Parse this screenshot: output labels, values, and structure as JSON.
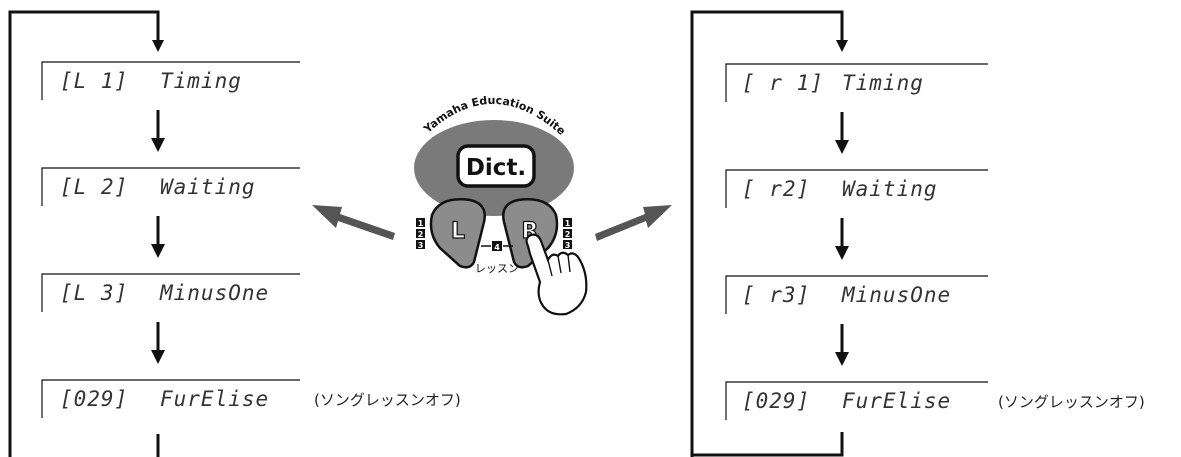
{
  "left_panel": {
    "rows": [
      {
        "display": "[L 1]",
        "name": "Timing"
      },
      {
        "display": "[L 2]",
        "name": "Waiting"
      },
      {
        "display": "[L 3]",
        "name": "MinusOne"
      },
      {
        "display": "[029]",
        "name": "FurElise",
        "note": "(ソングレッスンオフ)"
      }
    ]
  },
  "right_panel": {
    "rows": [
      {
        "display": "[ r 1]",
        "name": "Timing"
      },
      {
        "display": "[ r2]",
        "name": "Waiting"
      },
      {
        "display": "[ r3]",
        "name": "MinusOne"
      },
      {
        "display": "[029]",
        "name": "FurElise",
        "note": "(ソングレッスンオフ)"
      }
    ]
  },
  "center_button": {
    "arc_text": "Yamaha Education Suite",
    "dict_label": "Dict.",
    "left_key": "L",
    "right_key": "R",
    "left_numbers": [
      "1",
      "2",
      "3"
    ],
    "right_numbers": [
      "1",
      "2",
      "3"
    ],
    "center_number": "4",
    "caption": "レッスン",
    "colors": {
      "oval": "#7a7a7a",
      "keys": "#8c8c8c",
      "arrows": "#555555"
    }
  }
}
